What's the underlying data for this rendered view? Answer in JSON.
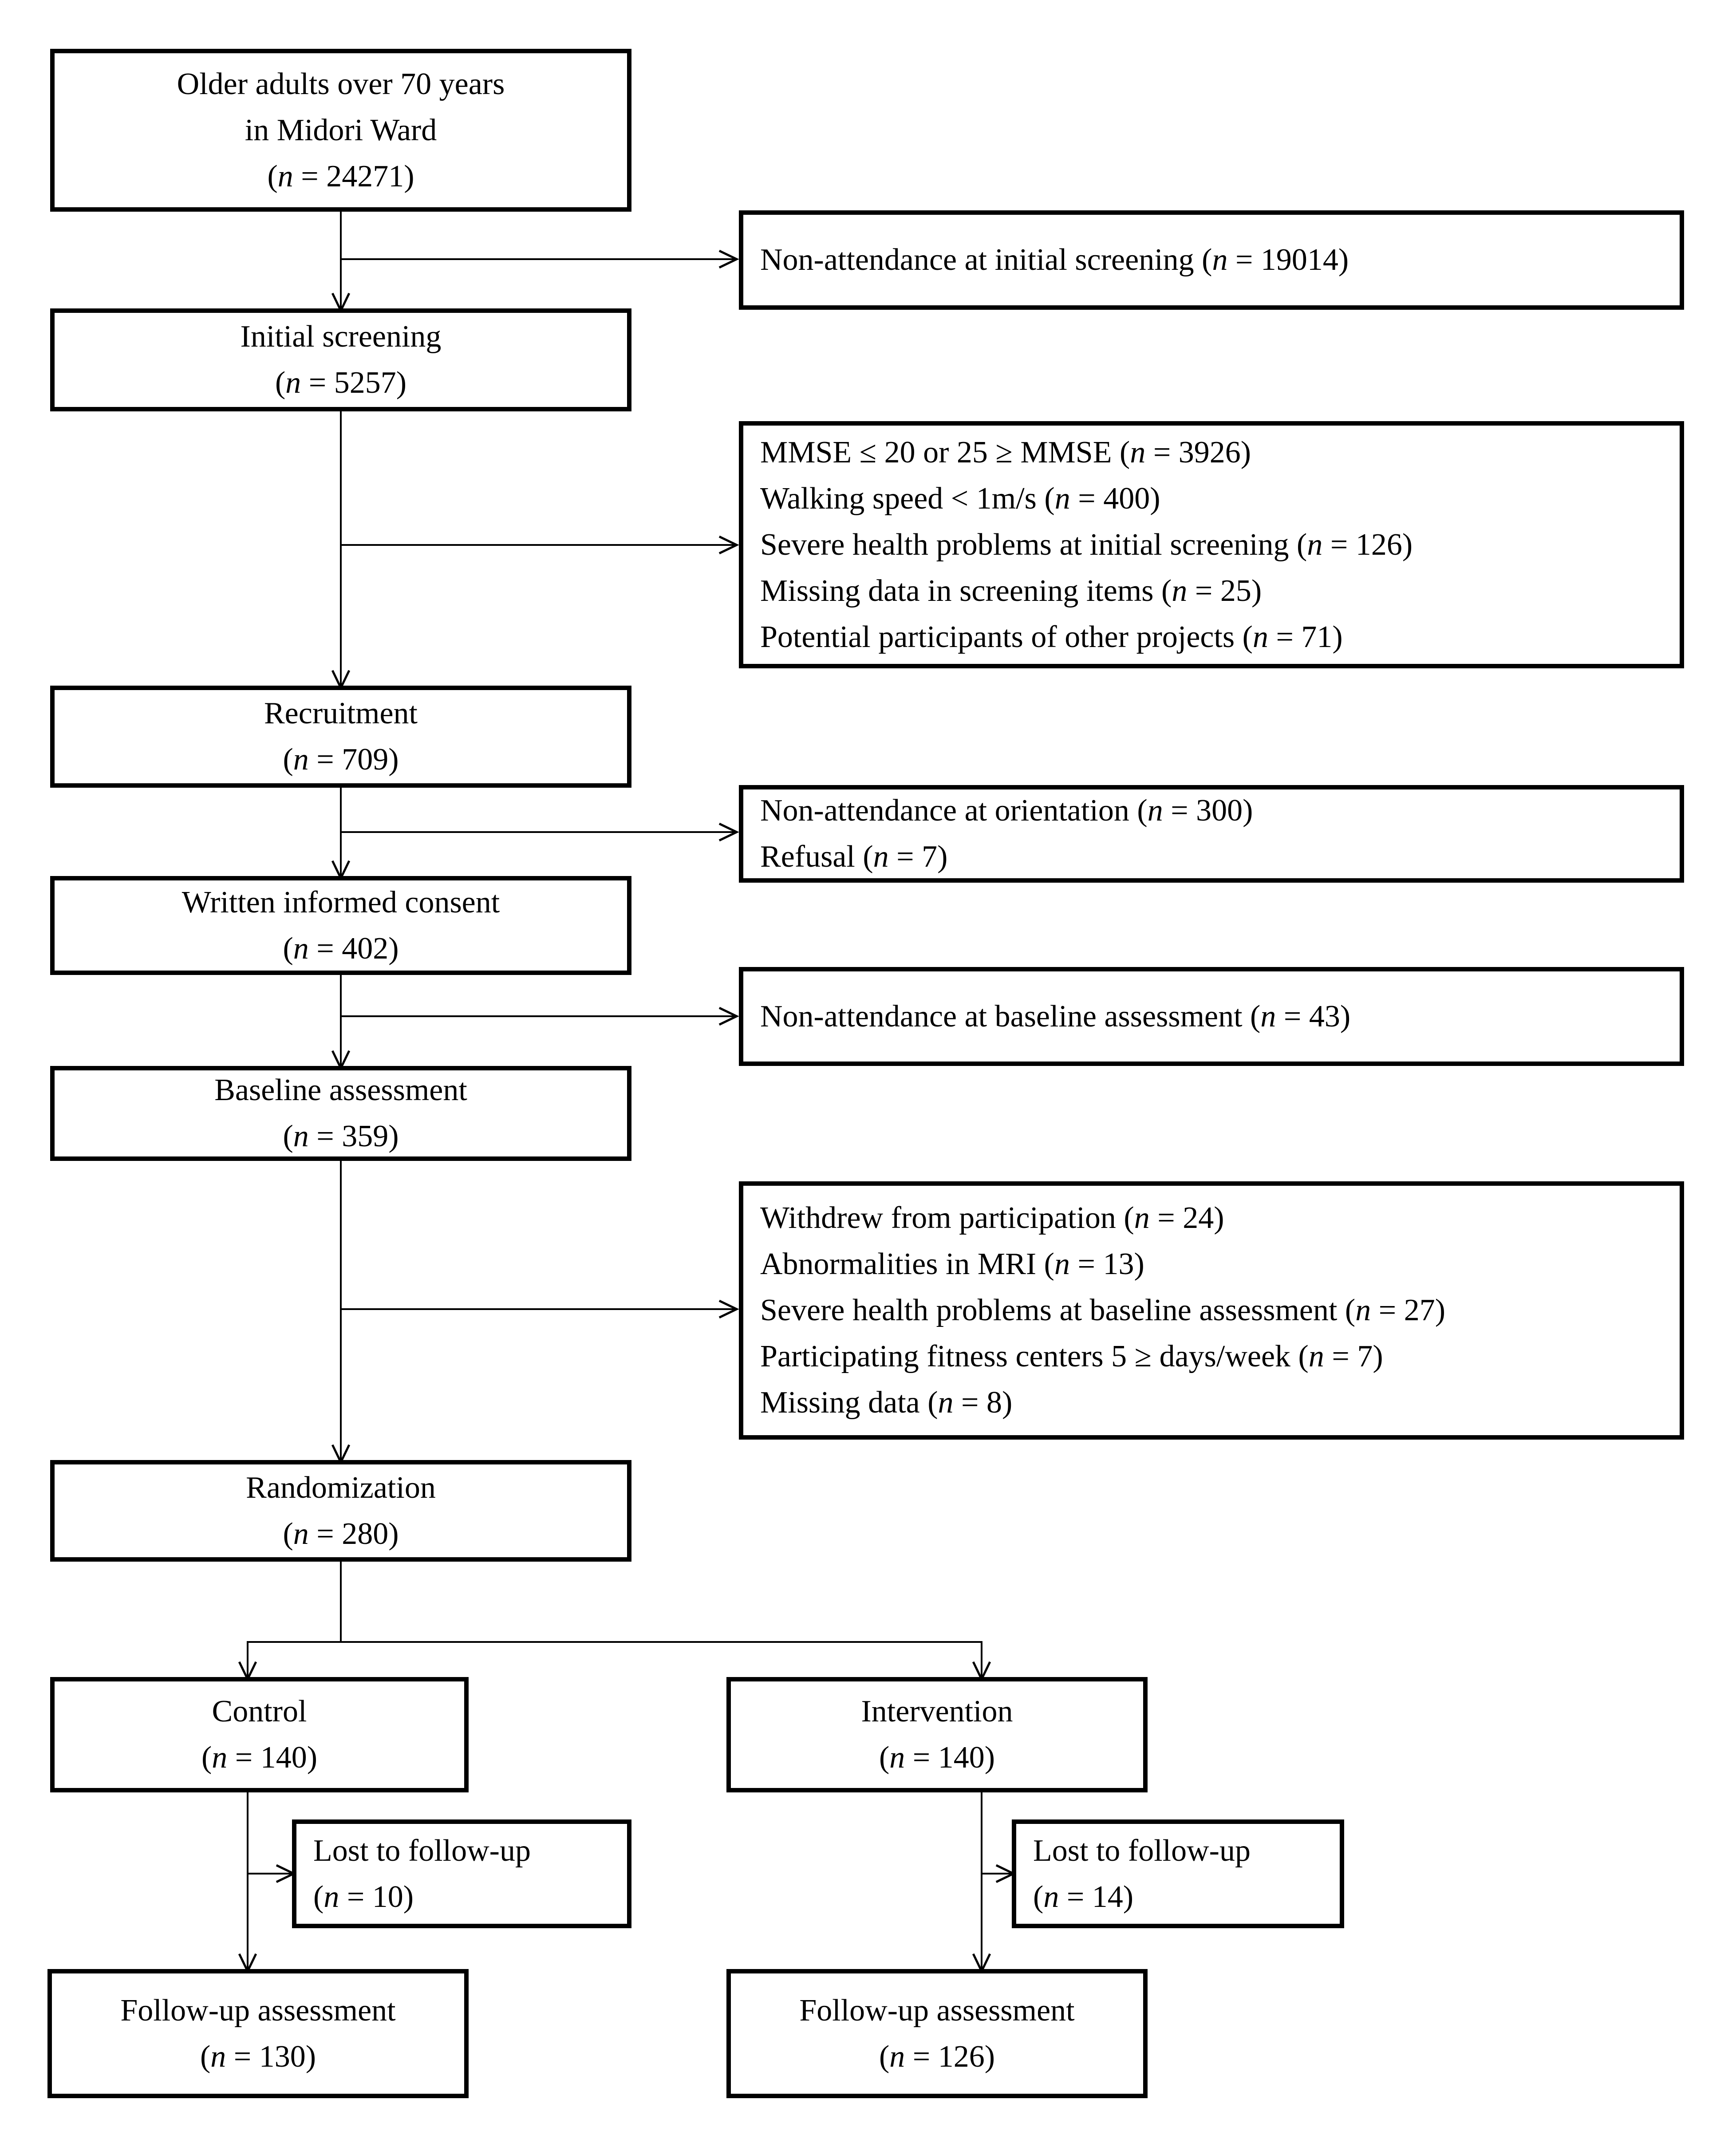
{
  "title": "Participant flow diagram",
  "colors": {
    "line": "#000000",
    "background": "#ffffff",
    "text": "#000000"
  },
  "boxes": {
    "population": {
      "lines": [
        "Older adults over 70 years",
        "in Midori Ward",
        "(n = 24271)"
      ]
    },
    "excl_initial": {
      "lines": [
        "Non-attendance at initial screening (n = 19014)"
      ]
    },
    "initial_screening": {
      "lines": [
        "Initial screening",
        "(n = 5257)"
      ]
    },
    "excl_screening": {
      "lines": [
        "MMSE ≤ 20 or 25 ≥ MMSE (n = 3926)",
        "Walking speed < 1m/s (n = 400)",
        "Severe health problems at initial screening (n = 126)",
        "Missing data in screening items (n = 25)",
        "Potential participants of other projects (n = 71)"
      ]
    },
    "recruitment": {
      "lines": [
        "Recruitment",
        "(n = 709)"
      ]
    },
    "excl_orientation": {
      "lines": [
        "Non-attendance at orientation (n = 300)",
        "Refusal (n = 7)"
      ]
    },
    "written_consent": {
      "lines": [
        "Written informed consent",
        "(n = 402)"
      ]
    },
    "excl_baseline": {
      "lines": [
        "Non-attendance at baseline assessment (n = 43)"
      ]
    },
    "baseline_assessment": {
      "lines": [
        "Baseline assessment",
        "(n = 359)"
      ]
    },
    "excl_random": {
      "lines": [
        "Withdrew from participation (n = 24)",
        "Abnormalities in MRI (n = 13)",
        "Severe health problems at baseline assessment (n = 27)",
        "Participating fitness centers 5 ≥ days/week (n = 7)",
        "Missing data (n = 8)"
      ]
    },
    "randomization": {
      "lines": [
        "Randomization",
        "(n = 280)"
      ]
    },
    "control": {
      "lines": [
        "Control",
        "(n = 140)"
      ]
    },
    "intervention": {
      "lines": [
        "Intervention",
        "(n = 140)"
      ]
    },
    "lost_control": {
      "lines": [
        "Lost to follow-up",
        "(n = 10)"
      ]
    },
    "lost_intervention": {
      "lines": [
        "Lost to follow-up",
        "(n = 14)"
      ]
    },
    "followup_control": {
      "lines": [
        "Follow-up assessment",
        "(n = 130)"
      ]
    },
    "followup_intervention": {
      "lines": [
        "Follow-up assessment",
        "(n = 126)"
      ]
    }
  }
}
